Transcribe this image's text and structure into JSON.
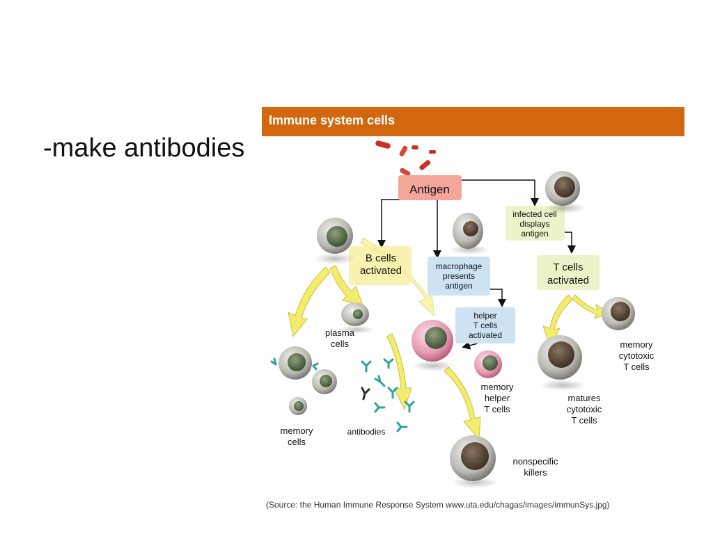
{
  "slide": {
    "text": "-make antibodies"
  },
  "figure": {
    "title": "Immune system cells",
    "colors": {
      "header": "#d1670f",
      "antigen_box": "#f4a59a",
      "b_box": "#f7ef9c",
      "macro_box": "#cde3f4",
      "infected_box": "#eef2c9",
      "t_box": "#eef2c9",
      "arrow_fill": "#f4ec6a"
    },
    "labels": {
      "antigen": "Antigen",
      "b_cells_1": "B cells",
      "b_cells_2": "activated",
      "macrophage_1": "macrophage",
      "macrophage_2": "presents",
      "macrophage_3": "antigen",
      "infected_1": "infected cell",
      "infected_2": "displays",
      "infected_3": "antigen",
      "t_cells_1": "T cells",
      "t_cells_2": "activated",
      "helper_1": "helper",
      "helper_2": "T cells",
      "helper_3": "activated",
      "plasma_1": "plasma",
      "plasma_2": "cells",
      "memory_cells_1": "memory",
      "memory_cells_2": "cells",
      "antibodies": "antibodies",
      "memory_helper_1": "memory",
      "memory_helper_2": "helper",
      "memory_helper_3": "T cells",
      "memory_cyto_1": "memory",
      "memory_cyto_2": "cytotoxic",
      "memory_cyto_3": "T cells",
      "matures_1": "matures",
      "matures_2": "cytotoxic",
      "matures_3": "T cells",
      "nonspecific_1": "nonspecific",
      "nonspecific_2": "killers"
    },
    "source": "(Source: the Human Immune Response System www.uta.edu/chagas/images/immunSys.jpg)"
  }
}
